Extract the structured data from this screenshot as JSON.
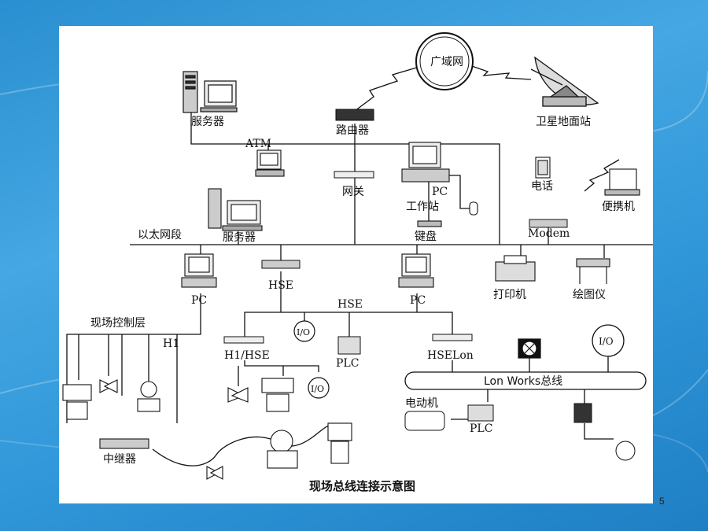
{
  "labels": {
    "wan": "广域网",
    "satellite": "卫星地面站",
    "server_top": "服务器",
    "router": "路由器",
    "atm": "ATM",
    "gateway": "网关",
    "pc_ws_1": "PC",
    "pc_ws_2": "工作站",
    "keyboard": "键盘",
    "phone": "电话",
    "laptop": "便携机",
    "modem": "Modem",
    "ethernet": "以太网段",
    "server_mid": "服务器",
    "pc_left": "PC",
    "hse_top": "HSE",
    "hse_bus": "HSE",
    "pc_right": "PC",
    "printer": "打印机",
    "plotter": "绘图仪",
    "field_layer": "现场控制层",
    "h1": "H1",
    "io_1": "I/O",
    "h1hse": "H1/HSE",
    "plc_1": "PLC",
    "io_2": "I/O",
    "hselon": "HSELon",
    "io_3": "I/O",
    "lonworks": "Lon Works总线",
    "motor": "电动机",
    "plc_2": "PLC",
    "repeater": "中继器",
    "caption": "现场总线连接示意图"
  },
  "page_number": "5"
}
